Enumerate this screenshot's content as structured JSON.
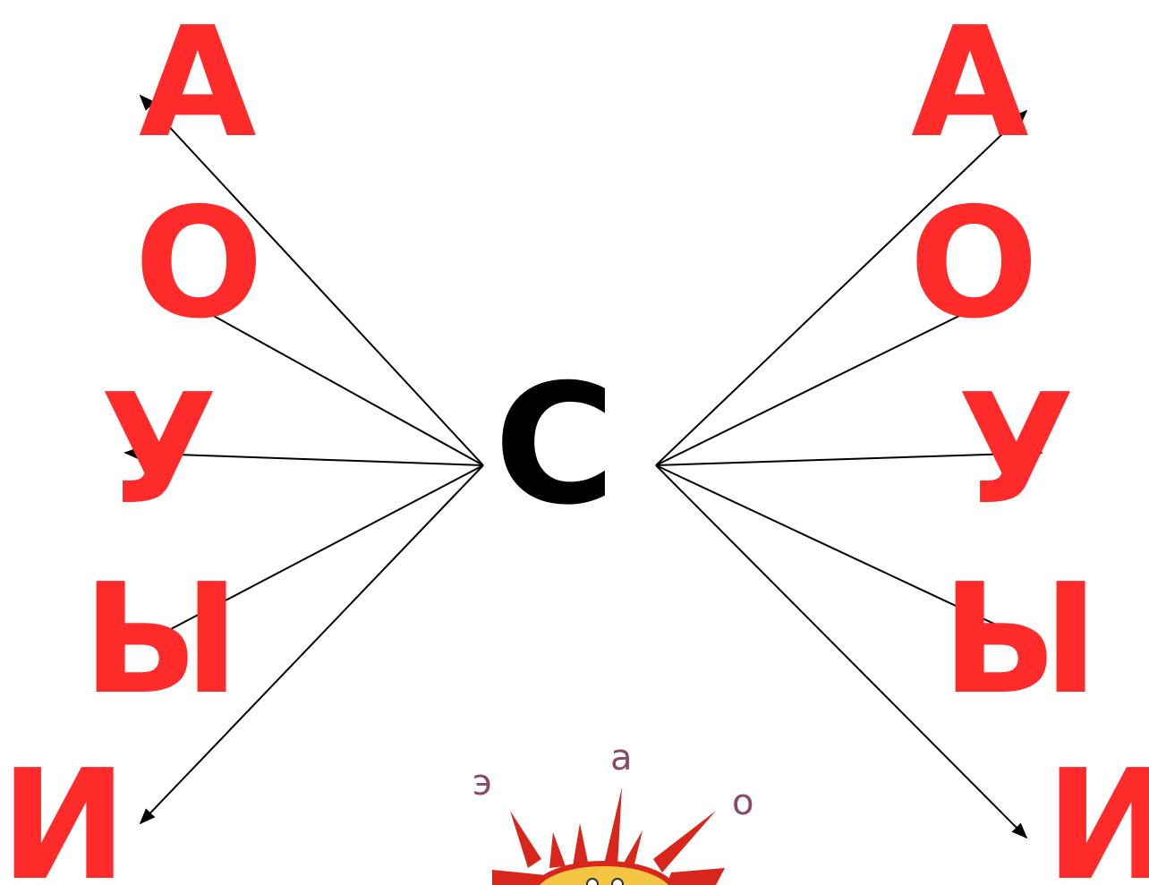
{
  "center": {
    "letter": "С",
    "color": "#000000"
  },
  "left_column": [
    "А",
    "О",
    "У",
    "Ы",
    "И"
  ],
  "right_column": [
    "А",
    "О",
    "У",
    "Ы",
    "И"
  ],
  "vowel_color": "#ff2a2a",
  "arrow_color": "#000000",
  "picture": {
    "description_icon": "sun-icon",
    "letters": [
      "э",
      "а",
      "о"
    ]
  }
}
